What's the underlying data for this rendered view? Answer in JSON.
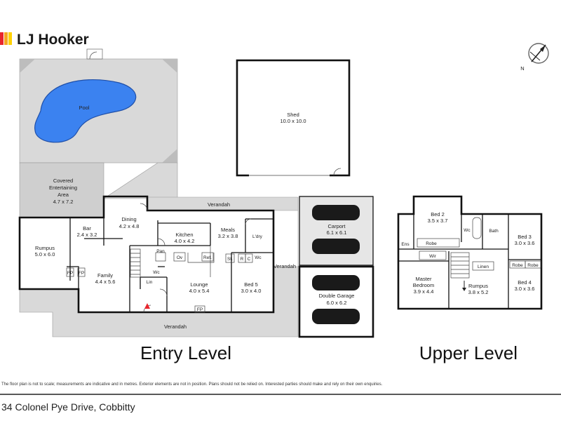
{
  "brand": {
    "name": "LJ Hooker",
    "colors": [
      "#e8262d",
      "#f5a623",
      "#ffd200"
    ]
  },
  "compass": {
    "label": "N"
  },
  "levels": {
    "entry": "Entry Level",
    "upper": "Upper Level"
  },
  "rooms": {
    "pool": {
      "name": "Pool"
    },
    "shed": {
      "name": "Shed",
      "dim": "10.0 x 10.0"
    },
    "covered": {
      "name1": "Covered",
      "name2": "Entertaining",
      "name3": "Area",
      "dim": "4.7 x 7.2"
    },
    "verandah_top": {
      "name": "Verandah"
    },
    "verandah_right": {
      "name": "Verandah"
    },
    "verandah_bottom": {
      "name": "Verandah"
    },
    "dining": {
      "name": "Dining",
      "dim": "4.2 x 4.8"
    },
    "bar": {
      "name": "Bar",
      "dim": "2.4 x 3.2"
    },
    "rumpus_entry": {
      "name": "Rumpus",
      "dim": "5.0 x 6.0"
    },
    "kitchen": {
      "name": "Kitchen",
      "dim": "4.0 x 4.2"
    },
    "meals": {
      "name": "Meals",
      "dim": "3.2 x 3.8"
    },
    "laundry": {
      "name": "L'dry"
    },
    "family": {
      "name": "Family",
      "dim": "4.4 x 5.6"
    },
    "lounge": {
      "name": "Lounge",
      "dim": "4.0 x 5.4"
    },
    "bed5": {
      "name": "Bed 5",
      "dim": "3.0 x 4.0"
    },
    "carport": {
      "name": "Carport",
      "dim": "6.1 x 6.1"
    },
    "garage": {
      "name": "Double Garage",
      "dim": "6.0 x 6.2"
    },
    "bed2": {
      "name": "Bed 2",
      "dim": "3.5 x 3.7"
    },
    "bed3": {
      "name": "Bed 3",
      "dim": "3.0 x 3.6"
    },
    "bed4": {
      "name": "Bed 4",
      "dim": "3.0 x 3.6"
    },
    "master": {
      "name1": "Master",
      "name2": "Bedroom",
      "dim": "3.9 x 4.4"
    },
    "rumpus_upper": {
      "name": "Rumpus",
      "dim": "3.8 x 5.2"
    }
  },
  "fixtures": {
    "pan": "Pan",
    "ov": "Ov",
    "ref": "Ref.",
    "st": "St.",
    "r": "R",
    "c": "C",
    "wc": "Wc",
    "lin": "Lin",
    "fp": "FP",
    "ens": "Ens",
    "robe": "Robe",
    "wir": "Wir",
    "linen": "Linen",
    "bath": "Bath"
  },
  "disclaimer": "The floor plan is not to scale; measurements are indicative and in metres. Exterior elements are not in position. Plans should not be relied on. Interested parties should make and rely on their own enquiries.",
  "address": "34 Colonel Pye Drive, Cobbitty"
}
